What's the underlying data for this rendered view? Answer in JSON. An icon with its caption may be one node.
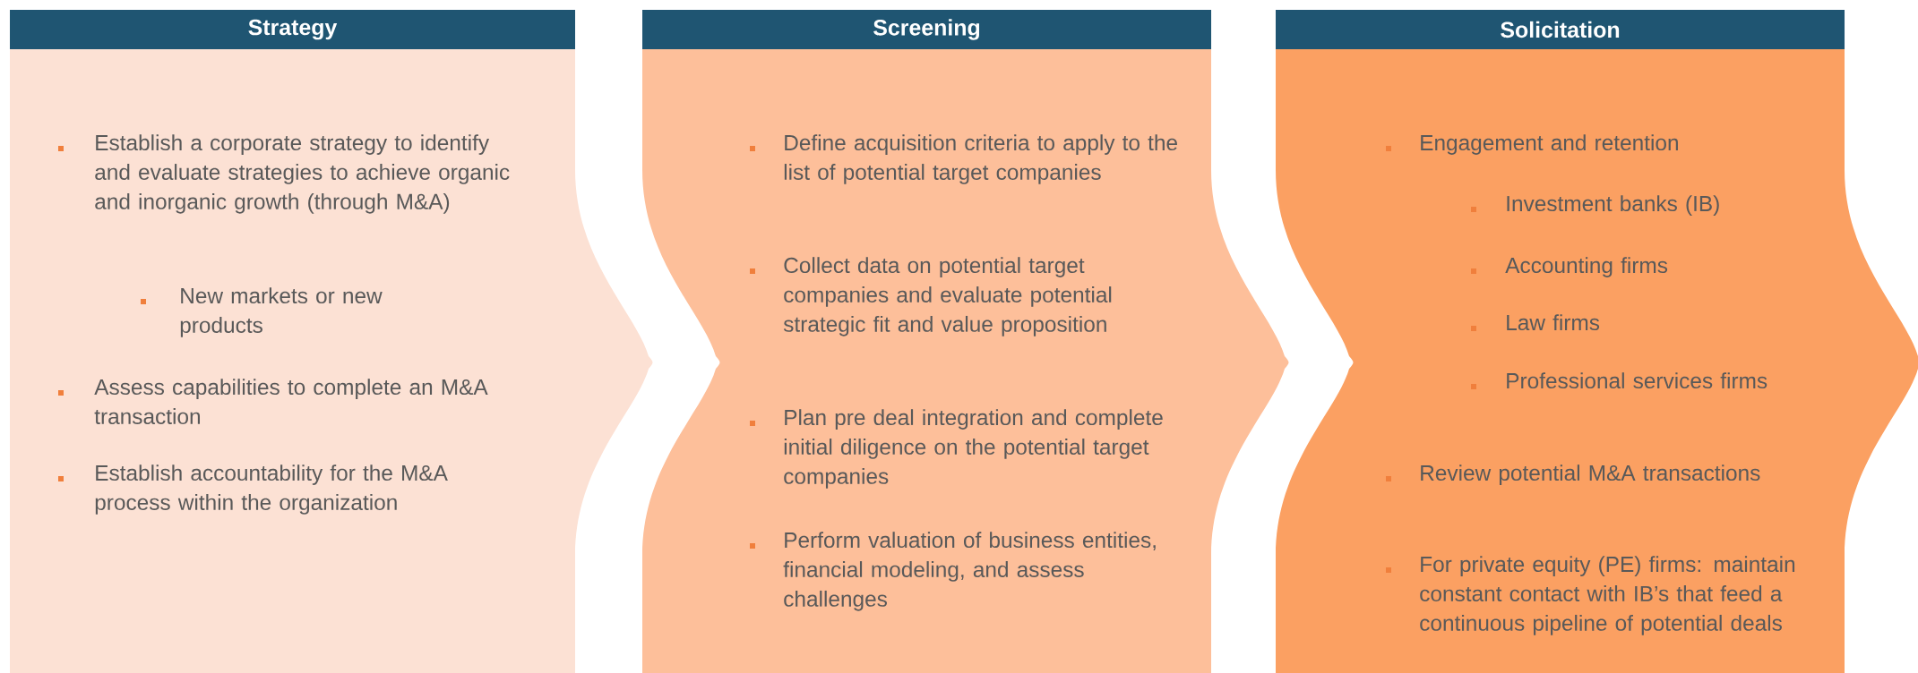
{
  "diagram": {
    "nodes": [
      {
        "text": [
          "Strategy",
          "Establish a corporate strategy to identify and evaluate strategies to achieve organic and inorganic growth (through M&A)",
          "New markets or new products",
          "Assess capabilities to complete an M&A transaction",
          "Establish accountability for the M&A process within the organization"
        ]
      },
      {
        "text": [
          "Screening",
          "Define acquisition criteria to apply to the list of potential target companies",
          "Collect data on potential target companies and evaluate potential strategic fit and value proposition",
          "Plan pre deal integration and complete initial diligence on the potential target companies",
          "Perform valuation of business entities, financial modeling, and assess challenges"
        ]
      },
      {
        "text": [
          "Solicitation",
          "Engagement and retention",
          "Investment banks (IB)",
          "Accounting firms",
          "Law firms",
          "Professional services firms",
          "Review potential M&A transactions",
          "For private equity (PE) firms: maintain constant contact with IB’s that feed a continuous pipeline of potential deals"
        ]
      }
    ]
  }
}
